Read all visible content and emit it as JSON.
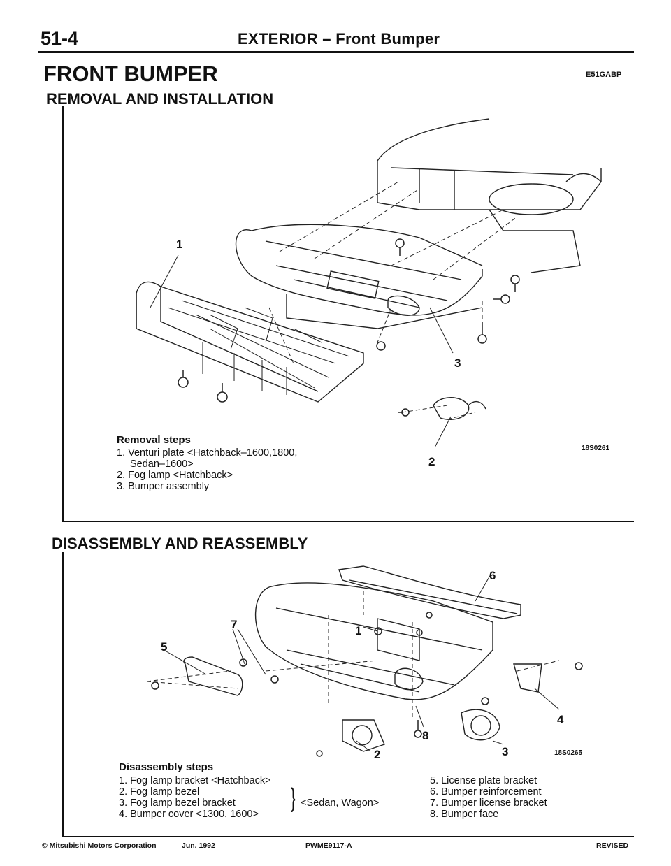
{
  "header": {
    "page_number": "51-4",
    "section_title": "EXTERIOR – Front Bumper"
  },
  "main_title": "FRONT BUMPER",
  "section_code": "E51GABP",
  "removal": {
    "heading": "REMOVAL AND INSTALLATION",
    "figure_code": "18S0261",
    "callouts": [
      "1",
      "2",
      "3"
    ],
    "steps_title": "Removal steps",
    "steps": [
      "1. Venturi plate <Hatchback–1600,1800,",
      "Sedan–1600>",
      "2. Fog lamp <Hatchback>",
      "3. Bumper assembly"
    ]
  },
  "disassembly": {
    "heading": "DISASSEMBLY AND REASSEMBLY",
    "figure_code": "18S0265",
    "callouts": [
      "1",
      "2",
      "3",
      "4",
      "5",
      "6",
      "7",
      "8"
    ],
    "steps_title": "Disassembly steps",
    "steps_left": [
      "1. Fog lamp bracket <Hatchback>",
      "2. Fog lamp bezel",
      "3. Fog lamp bezel bracket",
      "4. Bumper cover <1300, 1600>"
    ],
    "bracket_note": "<Sedan, Wagon>",
    "steps_right": [
      "5. License plate bracket",
      "6. Bumper reinforcement",
      "7. Bumper license bracket",
      "8. Bumper face"
    ]
  },
  "footer": {
    "copyright": "© Mitsubishi Motors Corporation",
    "date": "Jun. 1992",
    "doc_code": "PWME9117-A",
    "revised": "REVISED"
  }
}
